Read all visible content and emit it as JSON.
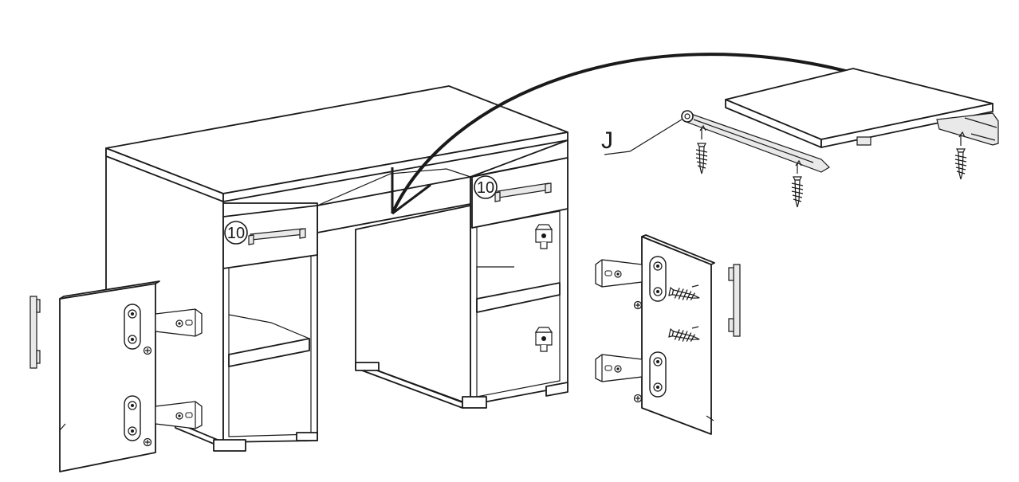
{
  "labels": {
    "drawer_ref_left": "10",
    "drawer_ref_right": "10",
    "slide_ref": "J"
  },
  "colors": {
    "line": "#1a1a1a",
    "background": "#ffffff",
    "hardware_fill": "#e9e9e9"
  },
  "icons": {
    "hinge": "hinge-icon",
    "screw": "screw-icon",
    "handle": "handle-icon"
  }
}
